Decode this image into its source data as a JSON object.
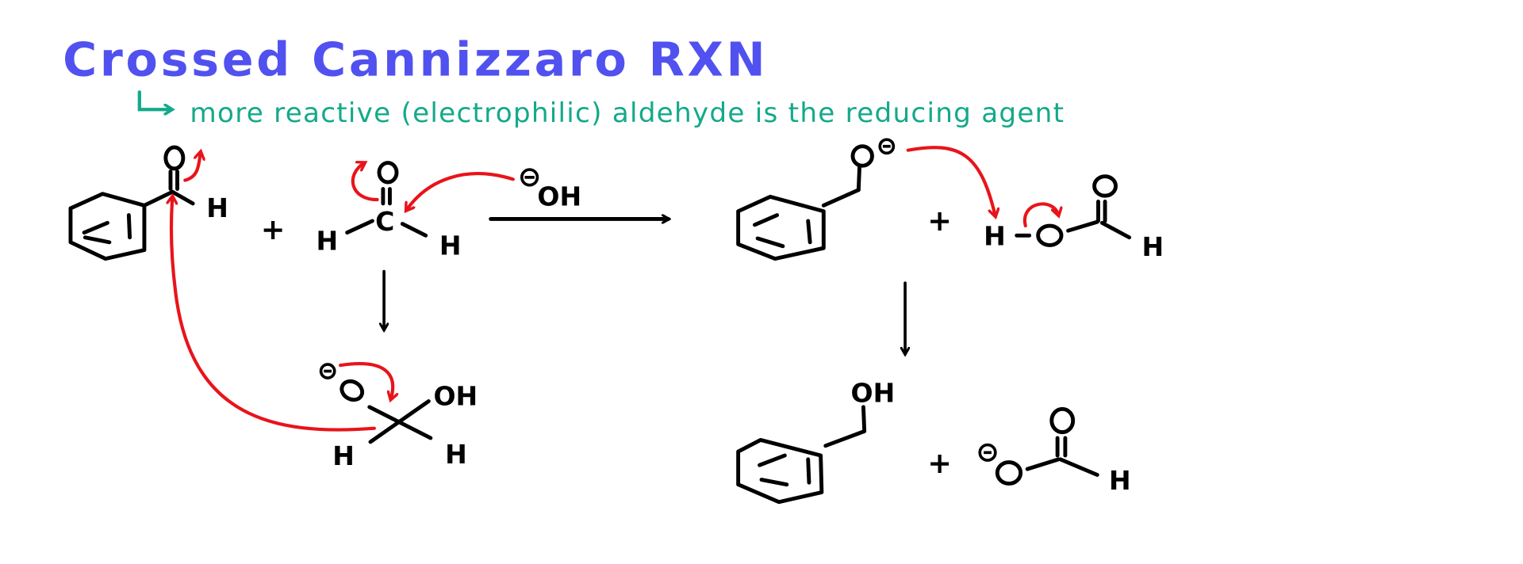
{
  "title": "Crossed Cannizzaro RXN",
  "subtitle": "more reactive (electrophilic) aldehyde is the reducing agent",
  "colors": {
    "title": "#5151f0",
    "subtitle": "#14a98a",
    "mechanism_arrows": "#e8141a",
    "structures": "#000000"
  },
  "reactants": {
    "benzaldehyde": {
      "O": "O",
      "H": "H"
    },
    "plus": "+",
    "formaldehyde": {
      "O": "O",
      "C": "C",
      "H_left": "H",
      "H_right": "H"
    }
  },
  "reagent": {
    "charge": "⊖",
    "label": "OH"
  },
  "tetrahedral_intermediate": {
    "charge": "⊖",
    "O": "O",
    "OH": "OH",
    "H_left": "H",
    "H_right": "H"
  },
  "intermediate_products": {
    "alkoxide": {
      "O": "O",
      "charge": "⊖"
    },
    "plus": "+",
    "formic_acid": {
      "H": "H",
      "O_single": "O",
      "O_double": "O",
      "H_right": "H"
    }
  },
  "final_products": {
    "benzyl_alcohol": {
      "OH": "OH"
    },
    "plus": "+",
    "formate": {
      "charge": "⊖",
      "O_single": "O",
      "O_double": "O",
      "H": "H"
    }
  }
}
